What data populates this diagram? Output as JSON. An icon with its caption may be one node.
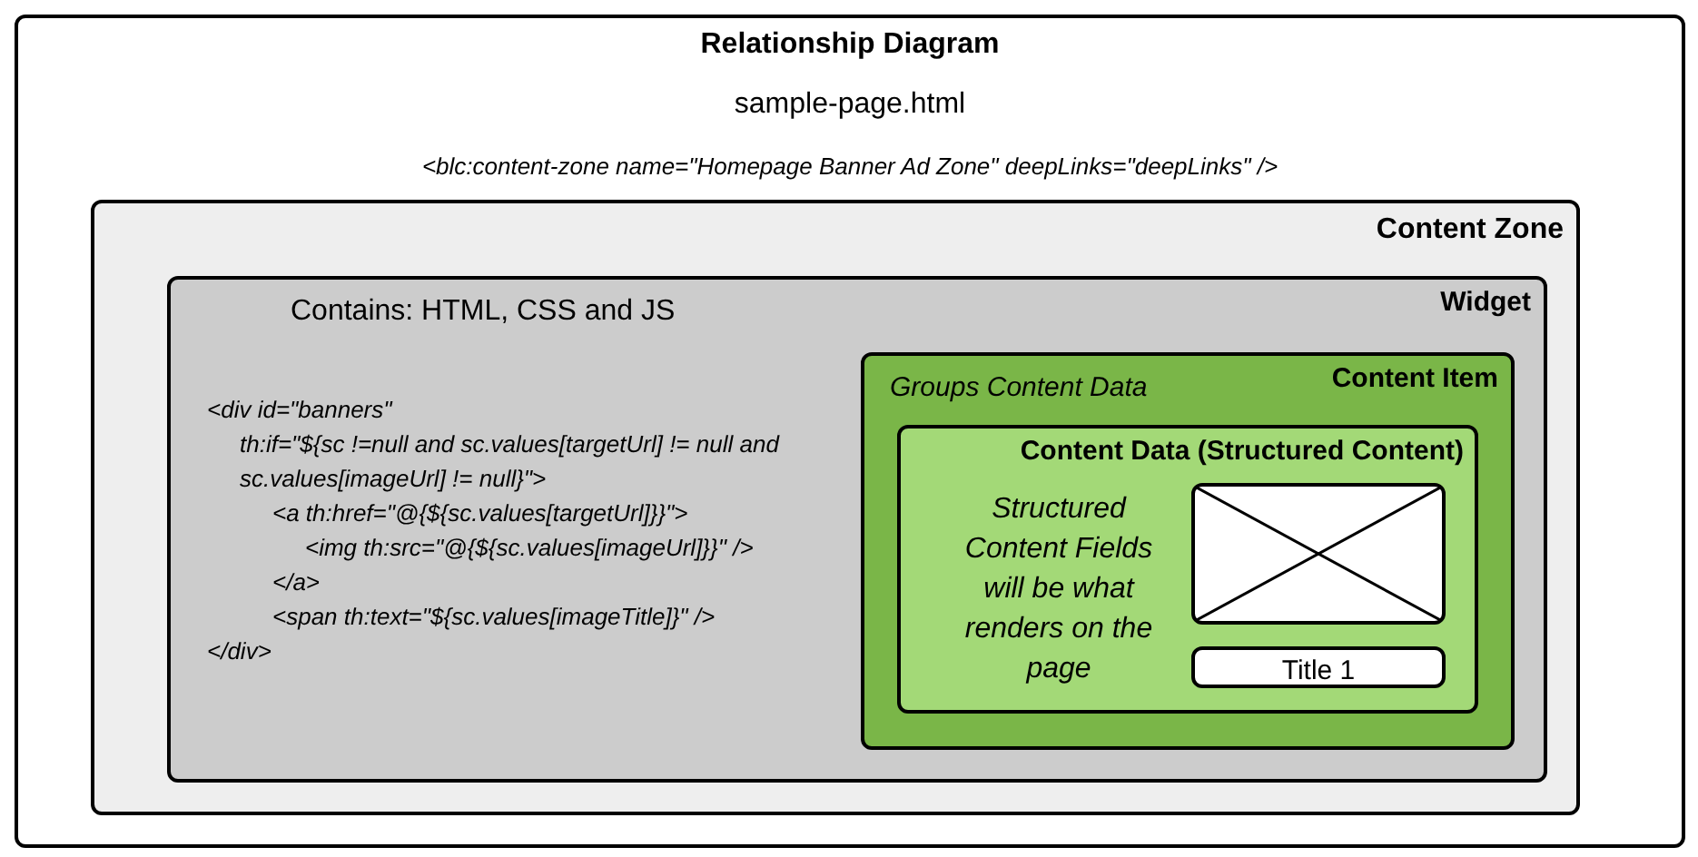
{
  "diagram": {
    "title": "Relationship Diagram",
    "nodes": [
      {
        "text": [
          "sample-page.html",
          "<blc:content-zone name=\"Homepage Banner Ad Zone\" deepLinks=\"deepLinks\" />"
        ]
      },
      {
        "text": [
          "Content Zone"
        ],
        "in": 0
      },
      {
        "text": [
          "Widget",
          "Contains: HTML, CSS and JS",
          "<div id=\"banners\"",
          "th:if=\"${sc !=null and sc.values[targetUrl] != null and sc.values[imageUrl] != null}\">",
          "<a th:href=\"@{${sc.values[targetUrl]}}\">",
          "<img th:src=\"@{${sc.values[imageUrl]}}\" />",
          "</a>",
          "<span th:text=\"${sc.values[imageTitle]}\" />",
          "</div>"
        ],
        "in": 1
      },
      {
        "text": [
          "Content Item",
          "Groups Content Data"
        ],
        "in": 2
      },
      {
        "text": [
          "Content Data (Structured Content)",
          "Structured Content Fields will be what renders on the page"
        ],
        "in": 3
      },
      {
        "text": [],
        "shape": "box",
        "in": 4
      },
      {
        "text": [
          "Title 1"
        ],
        "in": 4
      }
    ]
  }
}
